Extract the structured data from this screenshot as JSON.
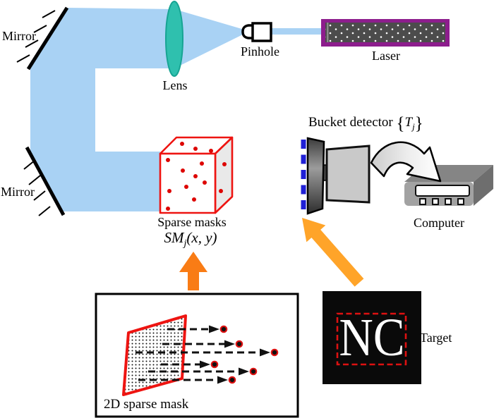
{
  "diagram": {
    "title_hint": "Sparse-mask ghost-imaging optical setup",
    "labels": {
      "mirror_top": "Mirror",
      "mirror_bottom": "Mirror",
      "lens": "Lens",
      "pinhole": "Pinhole",
      "laser": "Laser",
      "sparse_masks": "Sparse masks",
      "sm_formula": {
        "prefix": "SM",
        "sub": "j",
        "args": "(x, y)"
      },
      "bucket_detector": {
        "text": "Bucket detector ",
        "brace_open": "{",
        "symbol": "T",
        "sub": "j",
        "brace_close": "}"
      },
      "computer": "Computer",
      "target": "Target",
      "target_text": "NC",
      "mask_box": "2D sparse mask"
    },
    "components": [
      "mirror-icon",
      "lens-icon",
      "pinhole-icon",
      "laser-icon",
      "light-beam",
      "sparse-mask-cube-icon",
      "bucket-detector-icon",
      "computer-icon",
      "curved-data-arrow-icon",
      "orange-up-arrow-icon",
      "orange-diagonal-arrow-icon",
      "2d-sparse-mask-icon",
      "target-icon"
    ],
    "colors": {
      "beam": "#a9d2f4",
      "lens_fill": "#2fc0ae",
      "laser_border": "#8d1d8d",
      "laser_body": "#4c4c4c",
      "red_accent": "#ee1411",
      "orange_vertical_arrow": "#f97c15",
      "orange_diagonal_arrow": "#ffa429",
      "detector_dash_blue": "#2020d6",
      "detector_body_gray": "#c9c9c9",
      "computer_gray": "#a2a2a2",
      "target_background": "#0a0a0a"
    }
  }
}
